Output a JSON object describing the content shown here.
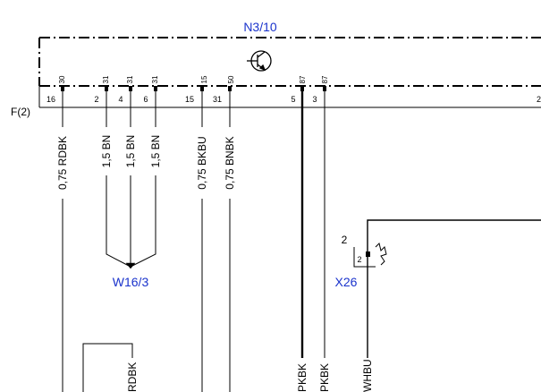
{
  "component": {
    "id": "N3/10",
    "pins": [
      {
        "top": "30",
        "bottom": "16"
      },
      {
        "top": "31",
        "bottom": "2"
      },
      {
        "top": "31",
        "bottom": "4"
      },
      {
        "top": "31",
        "bottom": "6"
      },
      {
        "top": "15",
        "bottom": "15"
      },
      {
        "top": "50",
        "bottom": "31"
      },
      {
        "top": "87",
        "bottom": "5"
      },
      {
        "top": "87",
        "bottom": "3"
      }
    ],
    "right_edge_pin": "2"
  },
  "fuse_label": "F(2)",
  "wires": [
    {
      "label": "0,75 RDBK"
    },
    {
      "label": "1,5 BN"
    },
    {
      "label": "1,5 BN"
    },
    {
      "label": "1,5 BN"
    },
    {
      "label": "0,75 BKBU"
    },
    {
      "label": "0,75 BNBK"
    }
  ],
  "ground_label": "W16/3",
  "connector": {
    "id": "X26",
    "outer_pin": "2",
    "inner_pin": "2"
  },
  "bottom_labels": [
    {
      "label": "RDBK"
    },
    {
      "label": "PKBK"
    },
    {
      "label": "PKBK"
    },
    {
      "label": "WHBU"
    }
  ],
  "colors": {
    "line": "#000000",
    "label_blue": "#1a33cc",
    "background": "#ffffff"
  }
}
